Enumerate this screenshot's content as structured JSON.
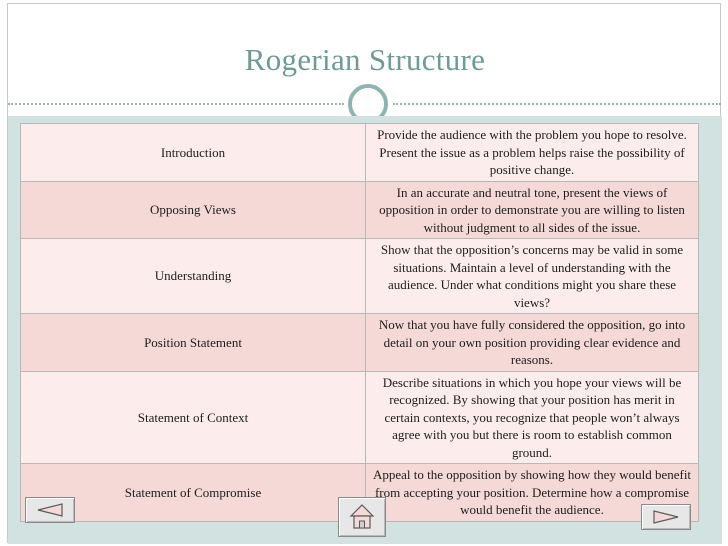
{
  "slide": {
    "title": "Rogerian Structure"
  },
  "table": {
    "rows": [
      {
        "label": "Introduction",
        "description": "Provide the audience with the problem you hope to resolve.  Present the issue as a problem helps raise the possibility of positive change."
      },
      {
        "label": "Opposing Views",
        "description": "In an accurate and neutral tone, present the views of opposition in order to demonstrate you are willing to listen without judgment to all sides of the issue."
      },
      {
        "label": "Understanding",
        "description": "Show that the opposition’s concerns may be valid in some situations.  Maintain a level of understanding with the audience.  Under what conditions might you share these views?"
      },
      {
        "label": "Position Statement",
        "description": "Now that you have fully considered the opposition, go into detail on your own position providing clear evidence and reasons."
      },
      {
        "label": "Statement of Context",
        "description": "Describe situations in which you hope your views will be recognized.  By showing that your position has merit in certain contexts, you recognize that people won’t always agree with you but there is room to establish common ground."
      },
      {
        "label": "Statement of Compromise",
        "description": "Appeal to the opposition by showing how they would benefit from accepting your position.  Determine how a compromise would benefit the audience."
      }
    ]
  },
  "nav": {
    "prev_icon": "triangle-left-icon",
    "home_icon": "home-icon",
    "next_icon": "triangle-right-icon"
  },
  "colors": {
    "title": "#6f9a96",
    "band": "#d2e2e1",
    "row_light": "#fcedec",
    "row_dark": "#f4d9d7"
  }
}
